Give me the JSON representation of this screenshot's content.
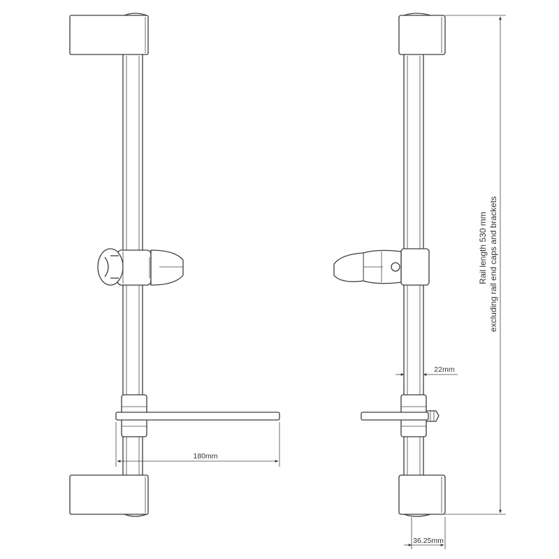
{
  "dimensions": {
    "bar_width": "180mm",
    "rail_diameter": "22mm",
    "bracket_depth": "36.25mm",
    "rail_length_line1": "Rail length 530 mm",
    "rail_length_line2": "excluding rail end caps and brackets"
  },
  "views": [
    "front-view",
    "side-view"
  ]
}
